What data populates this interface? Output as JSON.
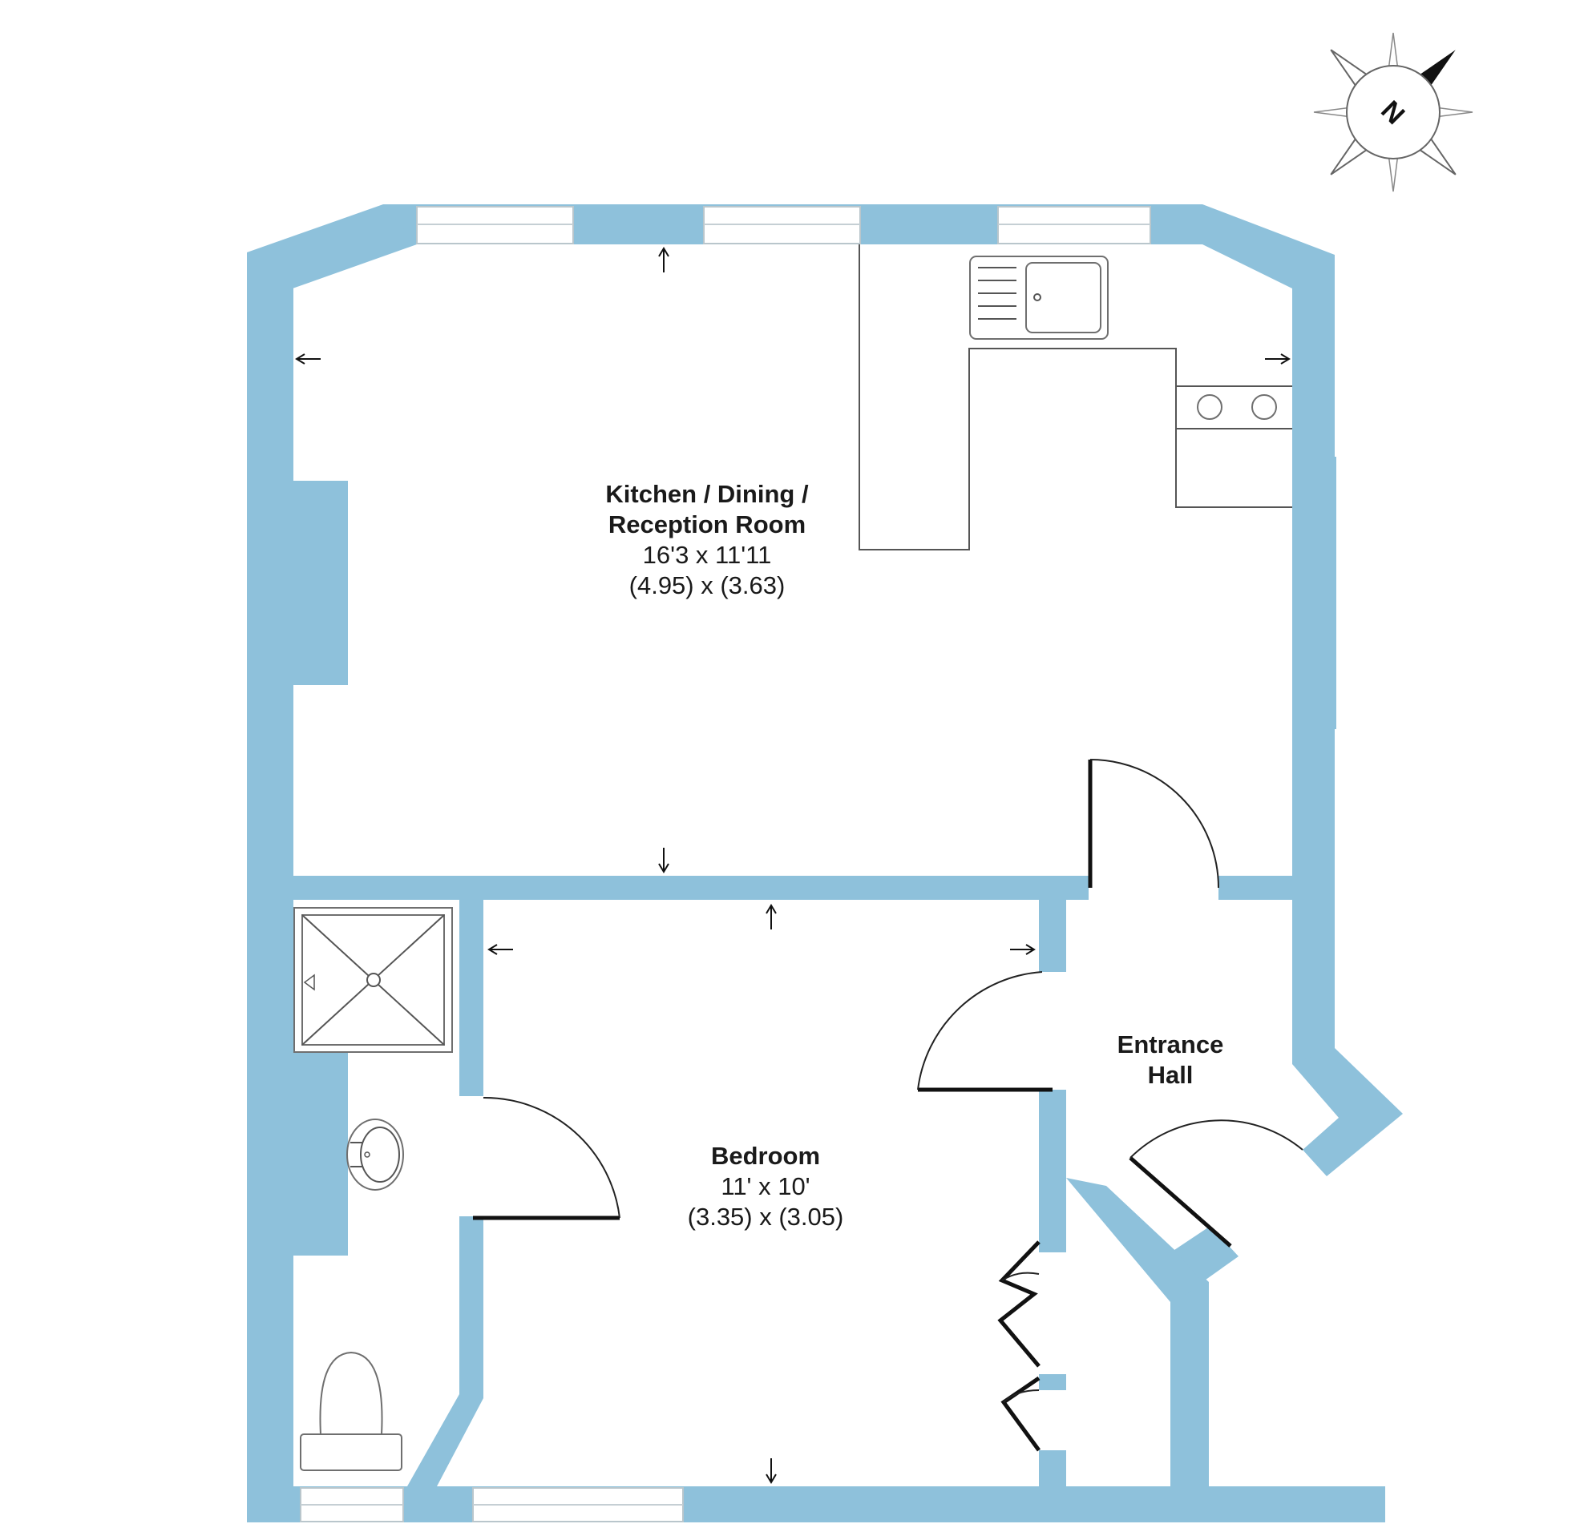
{
  "compass": {
    "label": "N",
    "icon": "north-compass-icon"
  },
  "rooms": {
    "kitchen": {
      "name_line1": "Kitchen / Dining /",
      "name_line2": "Reception Room",
      "dims_imperial": "16'3 x 11'11",
      "dims_metric": "(4.95) x (3.63)"
    },
    "bedroom": {
      "name": "Bedroom",
      "dims_imperial": "11' x 10'",
      "dims_metric": "(3.35) x (3.05)"
    },
    "entrance_hall": {
      "name_line1": "Entrance",
      "name_line2": "Hall"
    }
  },
  "colors": {
    "wall": "#8ec1db",
    "background": "#ffffff",
    "line": "#111111"
  }
}
